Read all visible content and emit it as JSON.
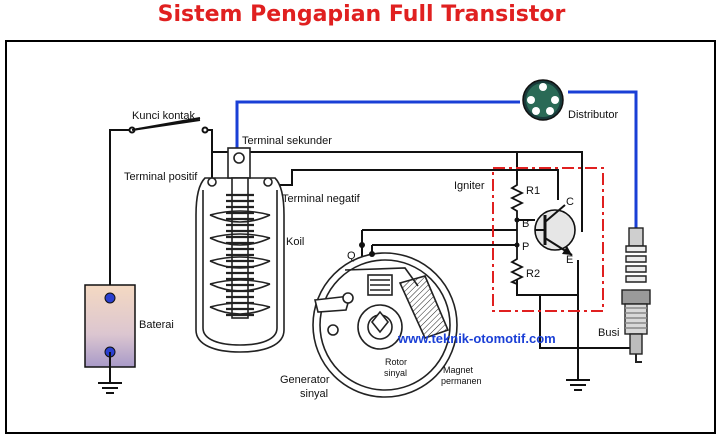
{
  "title": "Sistem Pengapian Full Transistor",
  "labels": {
    "kunci_kontak": "Kunci kontak",
    "terminal_sekunder": "Terminal sekunder",
    "terminal_positif": "Terminal positif",
    "terminal_negatif": "Terminal negatif",
    "koil": "Koil",
    "baterai": "Baterai",
    "distributor": "Distributor",
    "igniter": "Igniter",
    "r1": "R1",
    "r2": "R2",
    "b": "B",
    "c": "C",
    "e": "E",
    "p": "P",
    "q": "Q",
    "busi": "Busi",
    "rotor_sinyal_1": "Rotor",
    "rotor_sinyal_2": "sinyal",
    "magnet_permanen_1": "Magnet",
    "magnet_permanen_2": "permanen",
    "generator_sinyal_1": "Generator",
    "generator_sinyal_2": "sinyal",
    "website": "www.teknik-otomotif.com"
  },
  "colors": {
    "title": "#e02020",
    "high_voltage_wire": "#1a3fd6",
    "igniter_box": "#e02020",
    "battery": "#f0d2b8",
    "terminal_dot": "#2a3fd0"
  }
}
